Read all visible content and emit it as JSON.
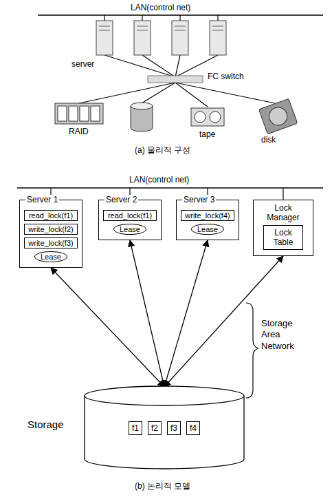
{
  "diagram": {
    "nodes": [
      {
        "text": [
          "Server 1"
        ]
      },
      {
        "text": [
          "read_lock(f1)"
        ],
        "in": 0
      },
      {
        "text": [
          "write_lock(f2)"
        ],
        "in": 0
      },
      {
        "text": [
          "write_lock(f3)"
        ],
        "in": 0
      },
      {
        "text": [
          "Lease"
        ],
        "in": 0
      },
      {
        "text": [
          "Server 2"
        ]
      },
      {
        "text": [
          "read_lock(f1)"
        ],
        "in": 5
      },
      {
        "text": [
          "Lease"
        ],
        "in": 5
      },
      {
        "text": [
          "Server 3"
        ]
      },
      {
        "text": [
          "write_lock(f4)"
        ],
        "in": 8
      },
      {
        "text": [
          "Lease"
        ],
        "in": 8
      },
      {
        "text": [
          "Lock Manager"
        ]
      },
      {
        "text": [
          "Lock Table"
        ],
        "in": 11
      },
      {
        "text": [
          "Storage"
        ]
      },
      {
        "text": [
          "f1"
        ],
        "in": 13
      },
      {
        "text": [
          "f2"
        ],
        "in": 13
      },
      {
        "text": [
          "f3"
        ],
        "in": 13
      },
      {
        "text": [
          "f4"
        ],
        "in": 13
      }
    ],
    "edges": [
      {
        "from": 13,
        "to": 0,
        "arrow": "both"
      },
      {
        "from": 13,
        "to": 5,
        "arrow": "both"
      },
      {
        "from": 13,
        "to": 8,
        "arrow": "both"
      },
      {
        "from": 13,
        "to": 11,
        "arrow": "both"
      }
    ],
    "labels": [
      "LAN(control net)",
      "server",
      "FC switch",
      "RAID",
      "tape",
      "disk",
      "(a) 물리적 구성",
      "LAN(control net)",
      "Storage Area Network",
      "(b) 논리적 모델"
    ]
  }
}
